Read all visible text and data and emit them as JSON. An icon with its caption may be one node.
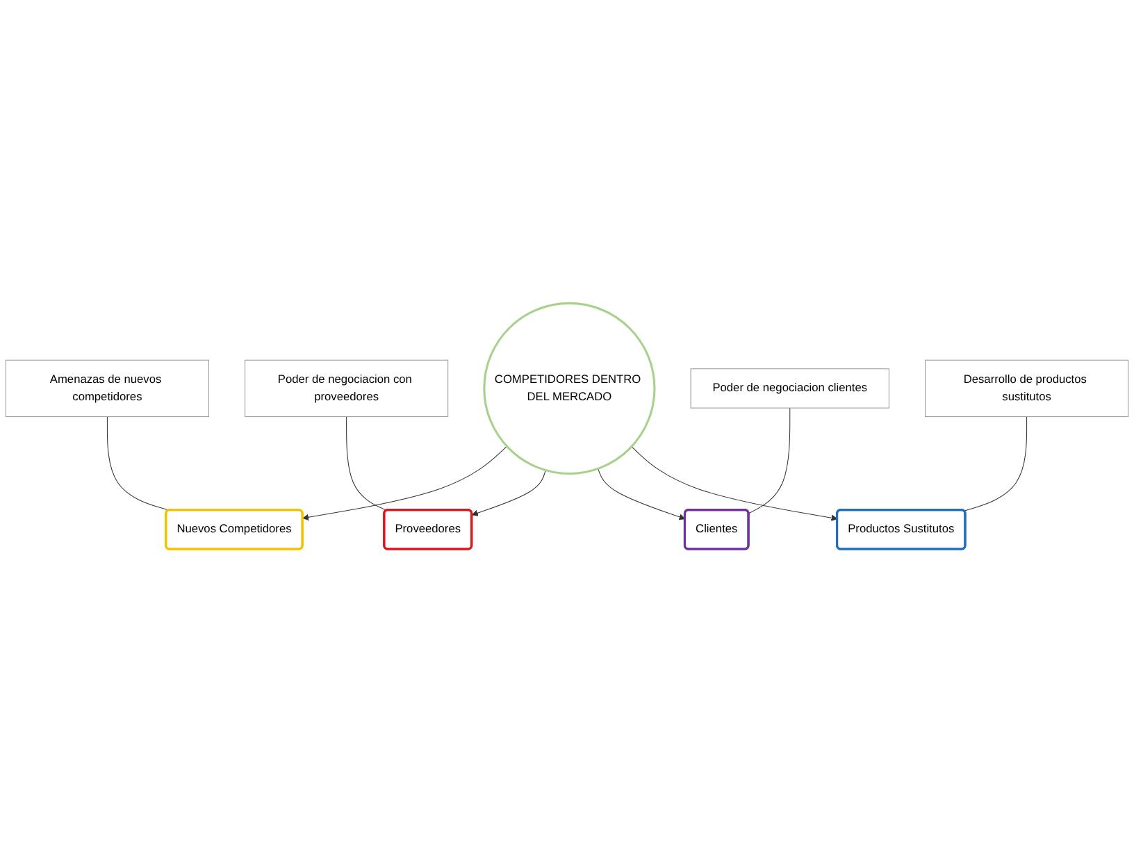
{
  "diagram": {
    "nodes": [
      {
        "text": [
          "Nuevos Competidores"
        ]
      },
      {
        "text": [
          "Amenazas de nuevos competidores"
        ]
      },
      {
        "text": [
          "Poder de negociacion con proveedores"
        ]
      },
      {
        "text": [
          "COMPETIDORES DENTRO DEL MERCADO"
        ]
      },
      {
        "text": [
          "Proveedores"
        ]
      },
      {
        "text": [
          "Clientes"
        ]
      },
      {
        "text": [
          "Poder de negociacion clientes"
        ]
      },
      {
        "text": [
          "Desarrollo de productos sustitutos"
        ]
      },
      {
        "text": [
          "Productos Sustitutos"
        ]
      }
    ],
    "edges": [
      {
        "from": 3,
        "to": 0,
        "arrow": "to"
      },
      {
        "from": 3,
        "to": 4,
        "arrow": "to"
      },
      {
        "from": 3,
        "to": 5,
        "arrow": "to"
      },
      {
        "from": 3,
        "to": 8,
        "arrow": "to"
      },
      {
        "from": 1,
        "to": 0,
        "arrow": "none"
      },
      {
        "from": 2,
        "to": 4,
        "arrow": "none"
      },
      {
        "from": 6,
        "to": 5,
        "arrow": "none"
      },
      {
        "from": 7,
        "to": 8,
        "arrow": "none"
      }
    ]
  }
}
